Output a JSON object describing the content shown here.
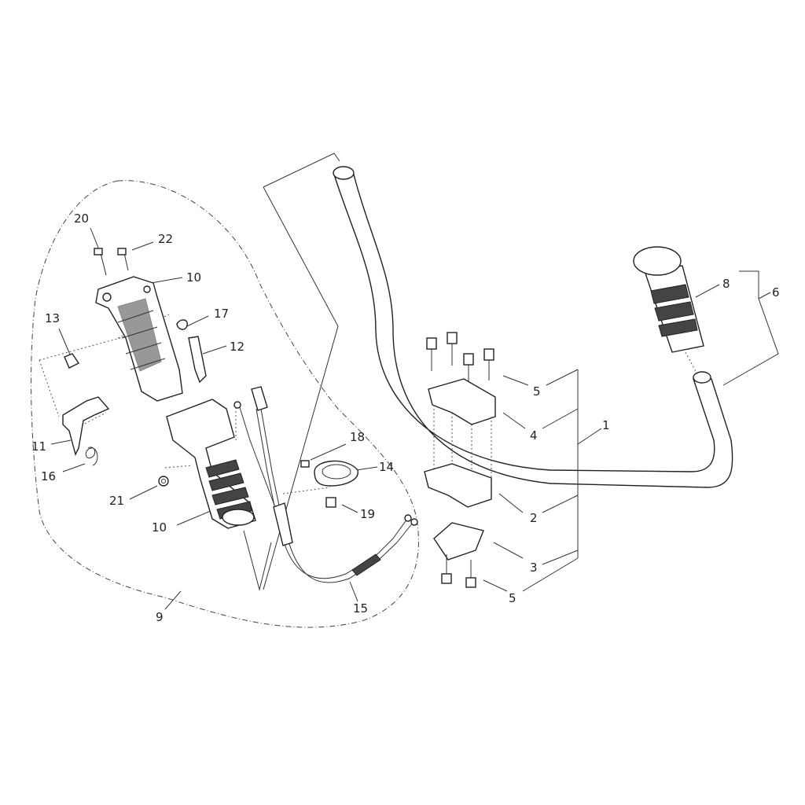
{
  "diagram": {
    "callouts": [
      {
        "id": "1",
        "text": "1"
      },
      {
        "id": "2",
        "text": "2"
      },
      {
        "id": "3",
        "text": "3"
      },
      {
        "id": "4",
        "text": "4"
      },
      {
        "id": "5a",
        "text": "5"
      },
      {
        "id": "5b",
        "text": "5"
      },
      {
        "id": "6",
        "text": "6"
      },
      {
        "id": "8",
        "text": "8"
      },
      {
        "id": "9",
        "text": "9"
      },
      {
        "id": "10a",
        "text": "10"
      },
      {
        "id": "10b",
        "text": "10"
      },
      {
        "id": "11",
        "text": "11"
      },
      {
        "id": "12",
        "text": "12"
      },
      {
        "id": "13",
        "text": "13"
      },
      {
        "id": "14",
        "text": "14"
      },
      {
        "id": "15",
        "text": "15"
      },
      {
        "id": "16",
        "text": "16"
      },
      {
        "id": "17",
        "text": "17"
      },
      {
        "id": "18",
        "text": "18"
      },
      {
        "id": "19",
        "text": "19"
      },
      {
        "id": "20",
        "text": "20"
      },
      {
        "id": "21",
        "text": "21"
      },
      {
        "id": "22",
        "text": "22"
      }
    ]
  }
}
